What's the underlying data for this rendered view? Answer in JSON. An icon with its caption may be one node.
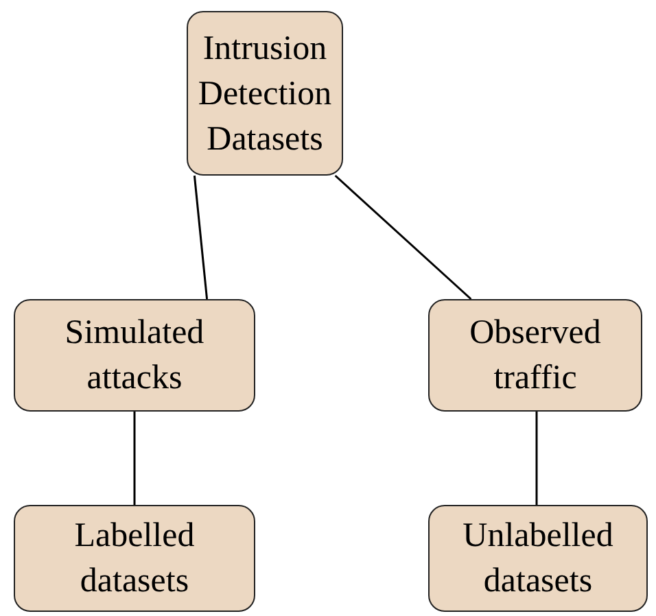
{
  "diagram": {
    "nodes": [
      {
        "text": [
          "Intrusion Detection Datasets"
        ]
      },
      {
        "text": [
          "Simulated attacks"
        ]
      },
      {
        "text": [
          "Observed traffic"
        ]
      },
      {
        "text": [
          "Labelled datasets"
        ]
      },
      {
        "text": [
          "Unlabelled datasets"
        ]
      }
    ],
    "edges": [
      {
        "from": 0,
        "to": 1,
        "arrow": "none"
      },
      {
        "from": 0,
        "to": 2,
        "arrow": "none"
      },
      {
        "from": 1,
        "to": 3,
        "arrow": "none"
      },
      {
        "from": 2,
        "to": 4,
        "arrow": "none"
      }
    ]
  }
}
